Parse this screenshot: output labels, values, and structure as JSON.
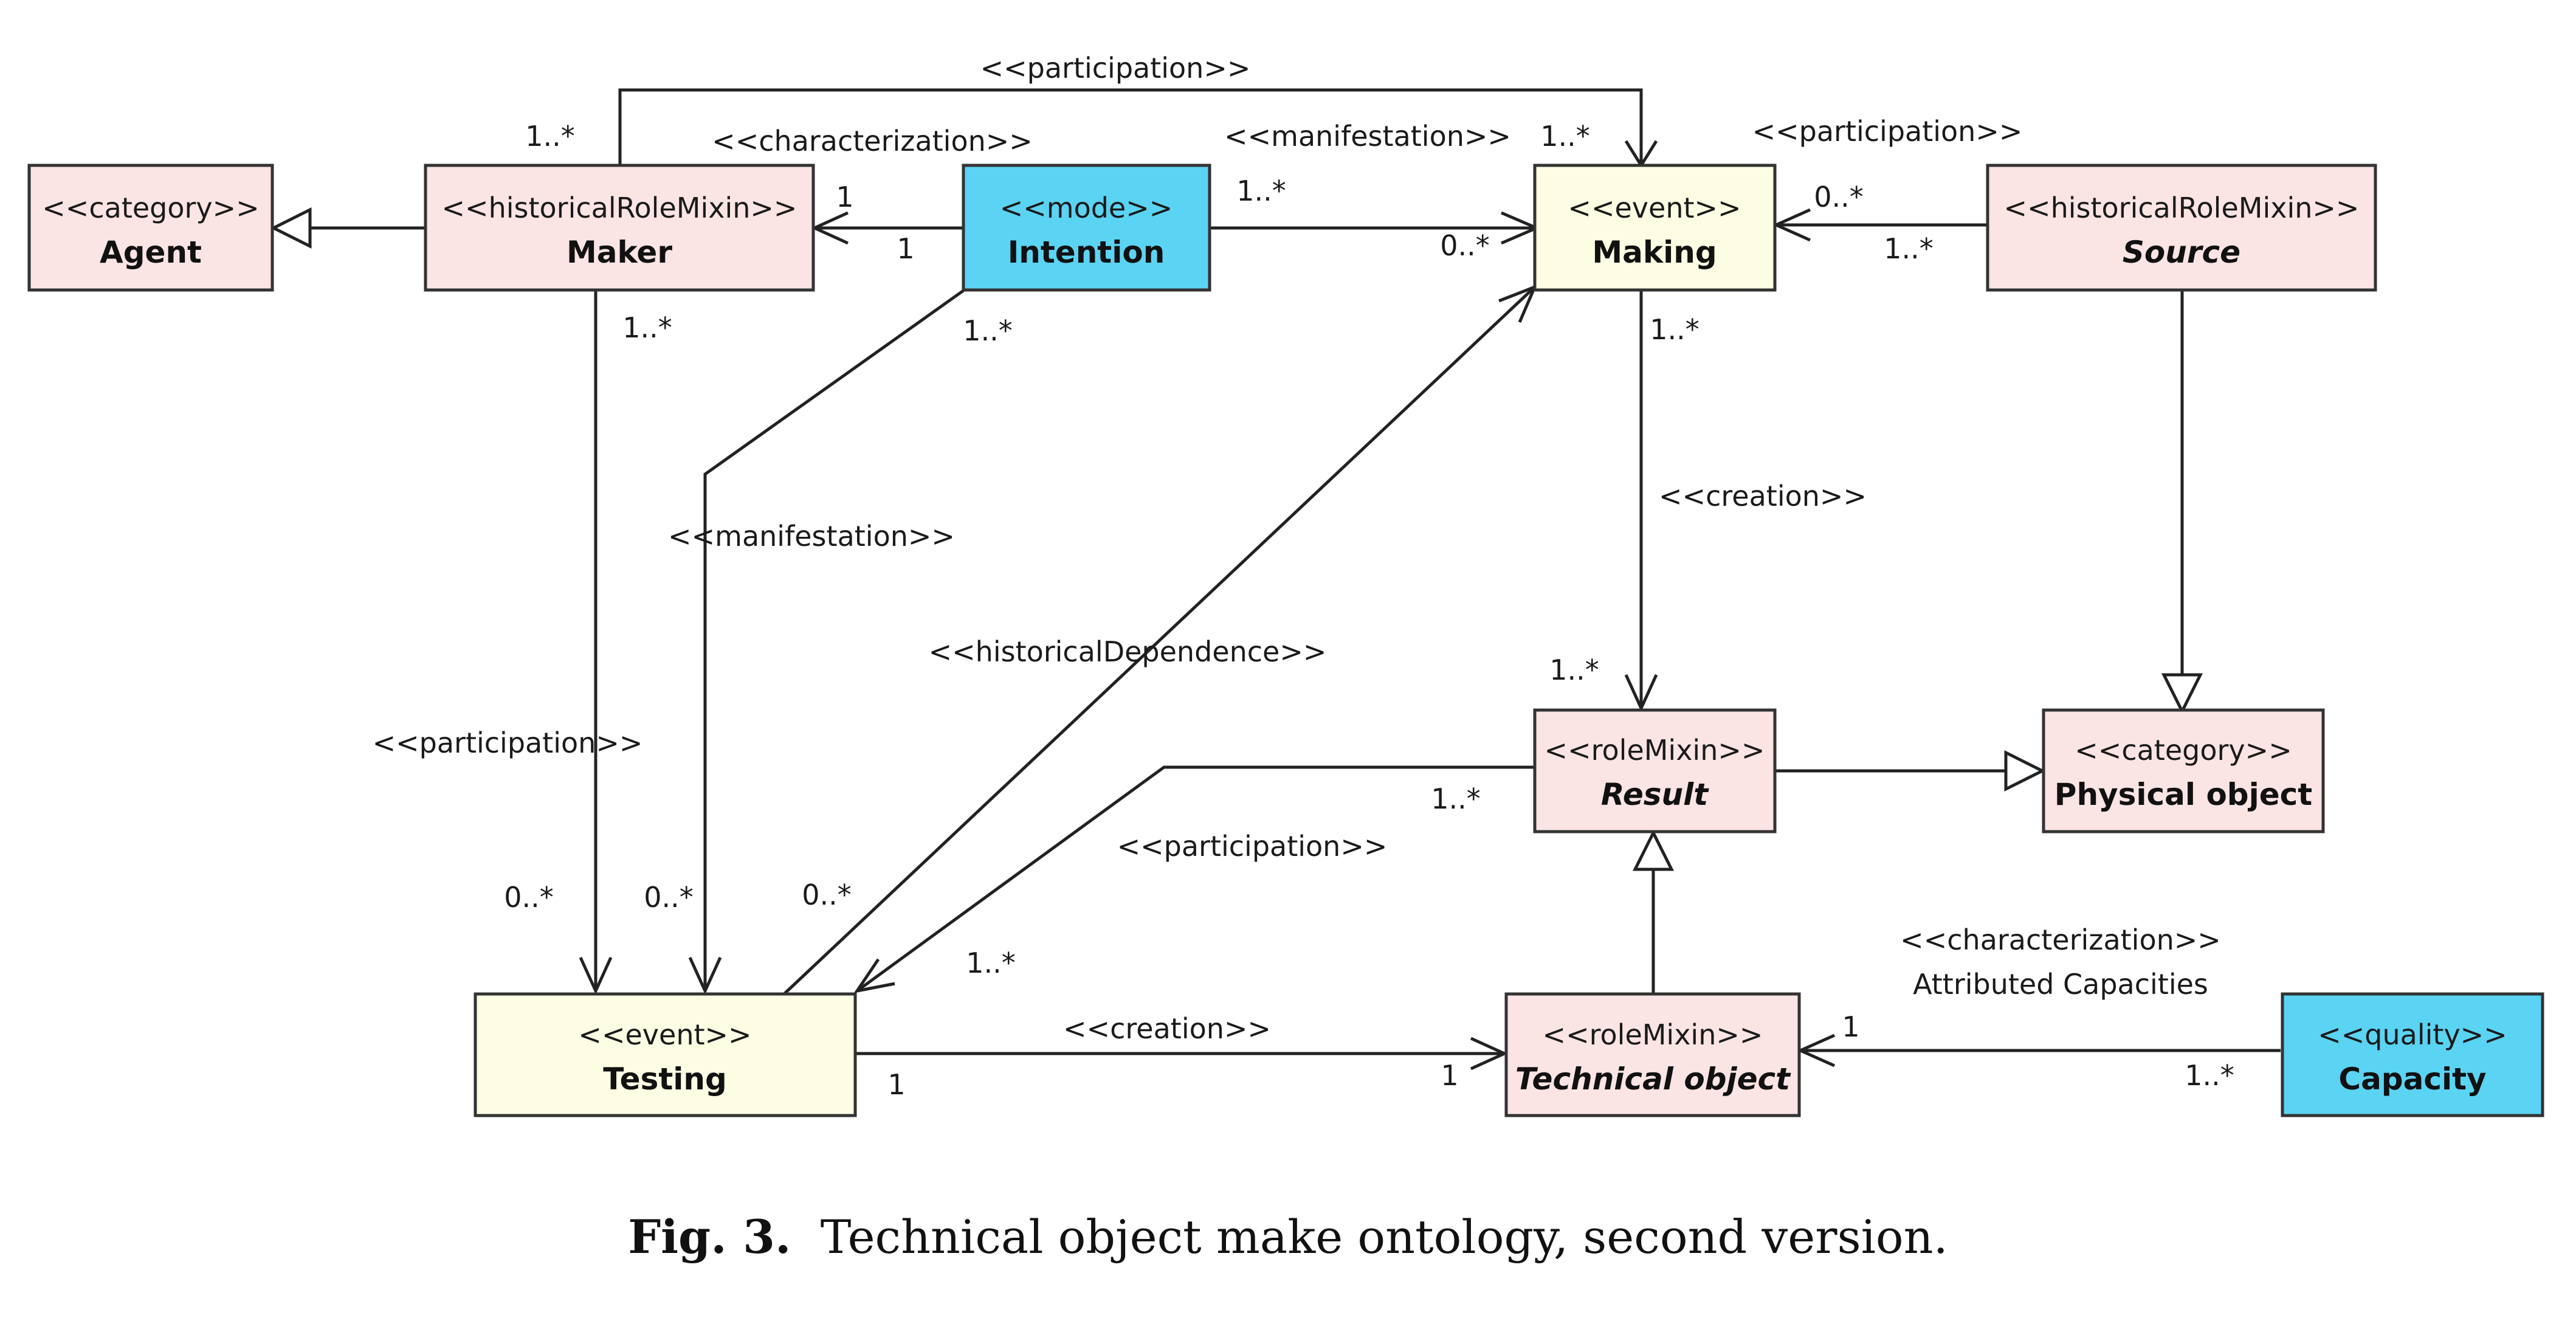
{
  "classes": {
    "agent": {
      "stereotype": "<<category>>",
      "name": "Agent",
      "fill": "#fbe4e4",
      "italic": false
    },
    "maker": {
      "stereotype": "<<historicalRoleMixin>>",
      "name": "Maker",
      "fill": "#fbe4e4",
      "italic": false
    },
    "intention": {
      "stereotype": "<<mode>>",
      "name": "Intention",
      "fill": "#5bd3f3",
      "italic": false
    },
    "making": {
      "stereotype": "<<event>>",
      "name": "Making",
      "fill": "#fdfde4",
      "italic": false
    },
    "source": {
      "stereotype": "<<historicalRoleMixin>>",
      "name": "Source",
      "fill": "#fbe4e4",
      "italic": true
    },
    "result": {
      "stereotype": "<<roleMixin>>",
      "name": "Result",
      "fill": "#fbe4e4",
      "italic": true
    },
    "physical": {
      "stereotype": "<<category>>",
      "name": "Physical object",
      "fill": "#fbe4e4",
      "italic": false
    },
    "testing": {
      "stereotype": "<<event>>",
      "name": "Testing",
      "fill": "#fdfde4",
      "italic": false
    },
    "technical": {
      "stereotype": "<<roleMixin>>",
      "name": "Technical object",
      "fill": "#fbe4e4",
      "italic": true
    },
    "capacity": {
      "stereotype": "<<quality>>",
      "name": "Capacity",
      "fill": "#5bd3f3",
      "italic": false
    }
  },
  "relations": {
    "participation_top": "<<participation>>",
    "characterization_maker": "<<characterization>>",
    "manifestation_making": "<<manifestation>>",
    "participation_source": "<<participation>>",
    "manifestation_testing": "<<manifestation>>",
    "historical_dependence": "<<historicalDependence>>",
    "participation_maker_testing": "<<participation>>",
    "creation_making_result": "<<creation>>",
    "participation_result_testing": "<<participation>>",
    "creation_testing_technical": "<<creation>>",
    "characterization_capacity": "<<characterization>>",
    "attributed_capacities": "Attributed Capacities"
  },
  "multiplicities": {
    "maker_top": "1..*",
    "making_top": "1..*",
    "maker_char": "1",
    "intention_char": "1",
    "intention_manif": "1..*",
    "making_manif": "0..*",
    "making_source": "0..*",
    "source_making": "1..*",
    "maker_down": "1..*",
    "intention_down": "1..*",
    "making_down": "1..*",
    "result_top": "1..*",
    "result_side": "1..*",
    "testing_1": "0..*",
    "testing_2": "0..*",
    "testing_3": "0..*",
    "testing_result": "1..*",
    "testing_creation": "1",
    "technical_creation": "1",
    "technical_capacity": "1",
    "capacity_technical": "1..*"
  },
  "caption": {
    "label": "Fig. 3.",
    "text": "Technical object make ontology, second version."
  }
}
